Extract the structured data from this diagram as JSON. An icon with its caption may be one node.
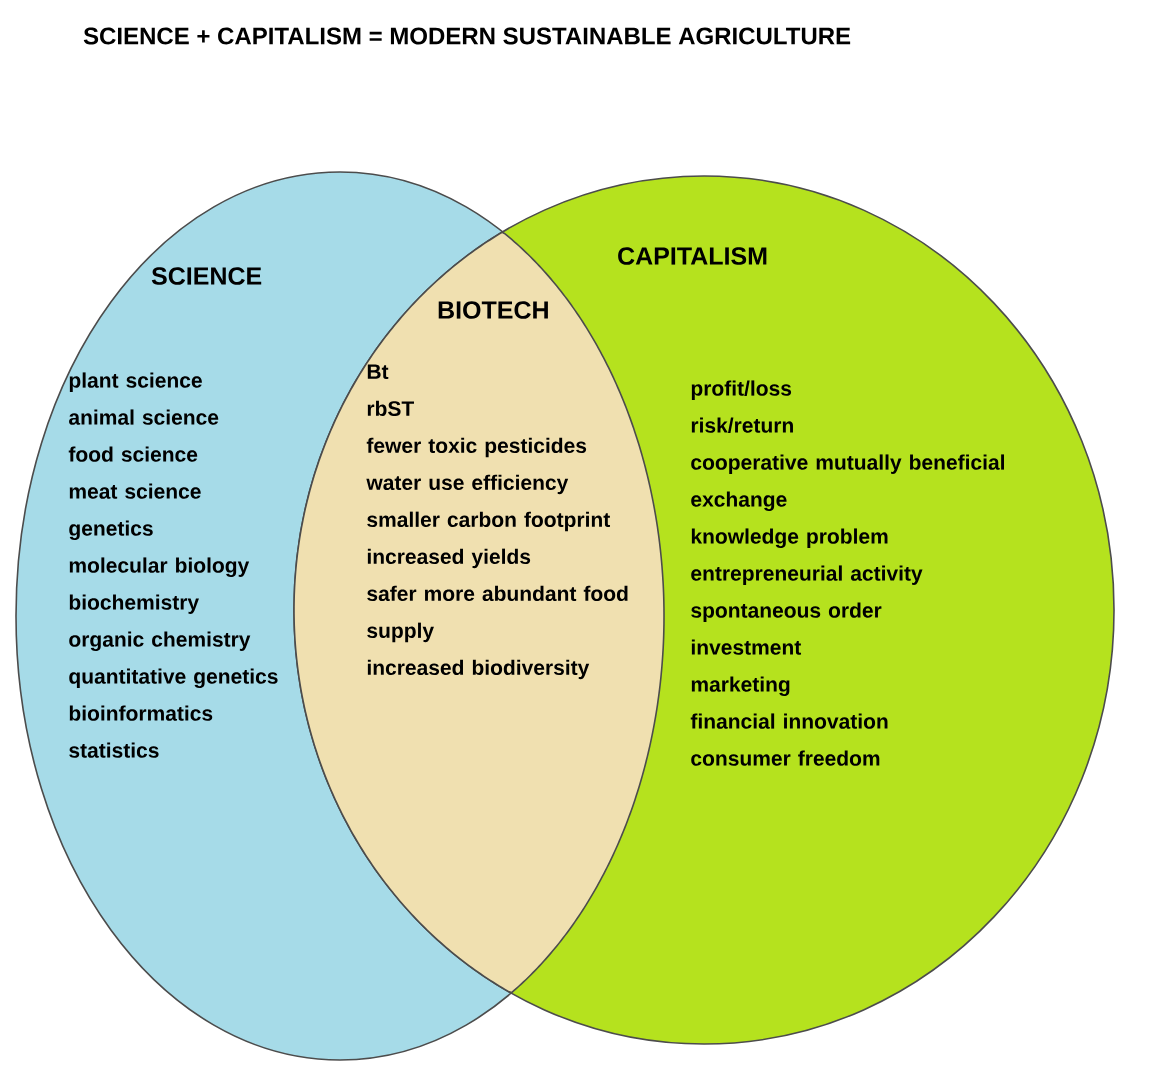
{
  "diagram": {
    "title": "SCIENCE + CAPITALISM = MODERN SUSTAINABLE AGRICULTURE",
    "nodes": [
      {
        "text": [
          "SCIENCE",
          "plant science",
          "animal science",
          "food science",
          "meat science",
          "genetics",
          "molecular biology",
          "biochemistry",
          "organic chemistry",
          "quantitative genetics",
          "bioinformatics",
          "statistics"
        ]
      },
      {
        "text": [
          "CAPITALISM",
          "profit/loss",
          "risk/return",
          "cooperative mutually beneficial exchange",
          "knowledge problem",
          "entrepreneurial activity",
          "spontaneous order",
          "investment",
          "marketing",
          "financial innovation",
          "consumer freedom"
        ]
      },
      {
        "text": [
          "BIOTECH",
          "Bt",
          "rbST",
          "fewer toxic pesticides",
          "water use efficiency",
          "smaller carbon footprint",
          "increased yields",
          "safer more abundant food supply",
          "increased biodiversity"
        ]
      }
    ]
  }
}
